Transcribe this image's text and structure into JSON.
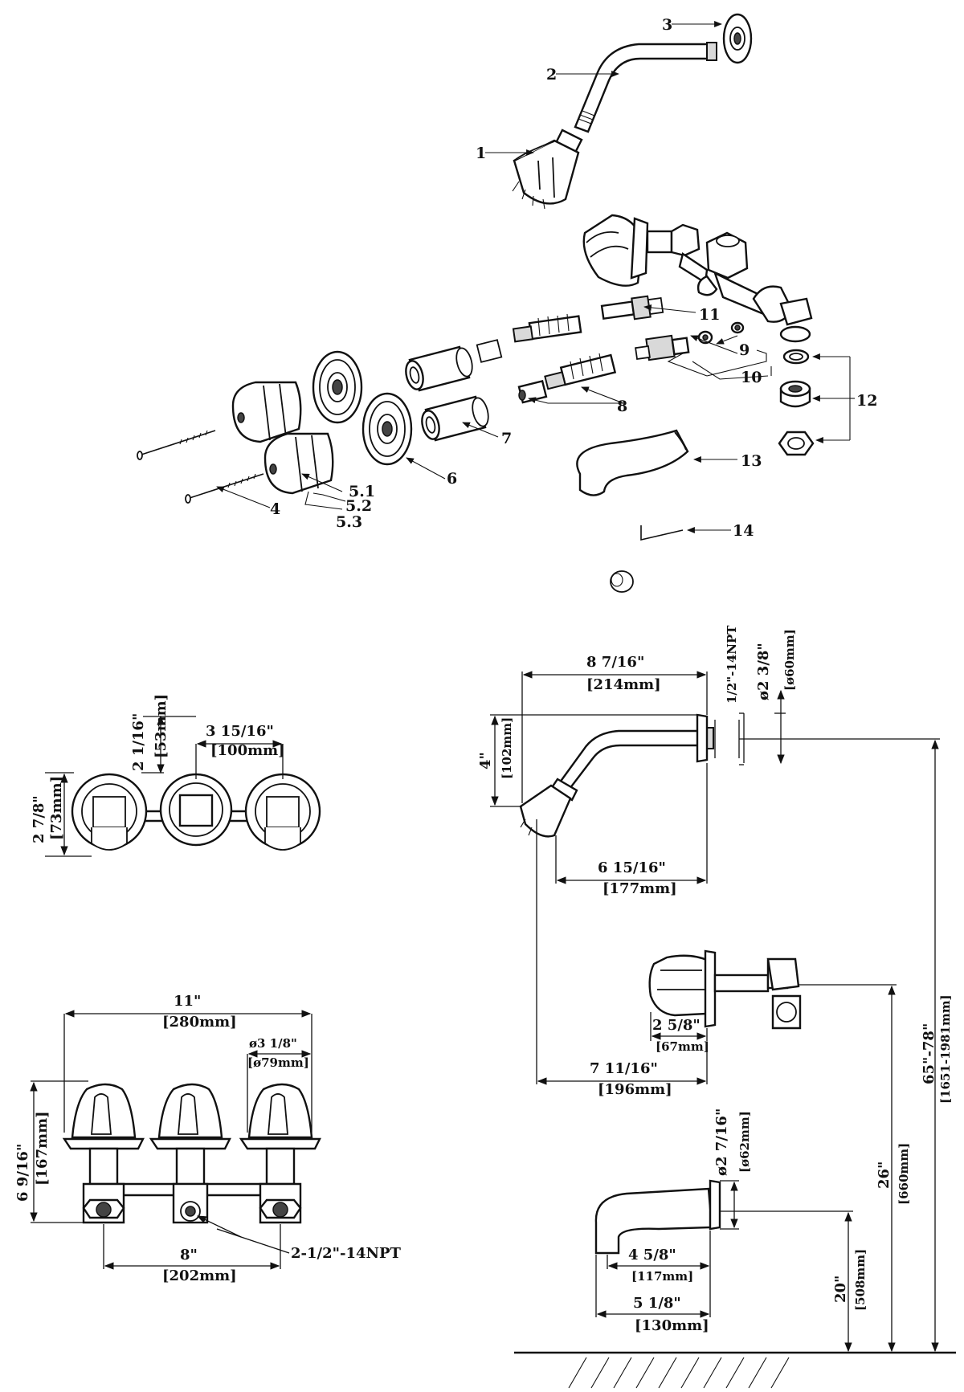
{
  "callouts": {
    "c1": "1",
    "c2": "2",
    "c3": "3",
    "c4": "4",
    "c51": "5.1",
    "c52": "5.2",
    "c53": "5.3",
    "c6": "6",
    "c7": "7",
    "c8": "8",
    "c9": "9",
    "c10": "10",
    "c11": "11",
    "c12": "12",
    "c13": "13",
    "c14": "14"
  },
  "dims": {
    "top_width_in": "3 15/16\"",
    "top_width_mm": "[100mm]",
    "top_height_in": "2 1/16\"",
    "top_height_mm": "[53mm]",
    "top_depth_in": "2 7/8\"",
    "top_depth_mm": "[73mm]",
    "front_width_in": "11\"",
    "front_width_mm": "[280mm]",
    "escutcheon_in": "ø3 1/8\"",
    "escutcheon_mm": "[ø79mm]",
    "front_height_in": "6 9/16\"",
    "front_height_mm": "[167mm]",
    "centers_in": "8\"",
    "centers_mm": "[202mm]",
    "npt_inlet": "2-1/2\"-14NPT",
    "arm_reach_in": "8 7/16\"",
    "arm_reach_mm": "[214mm]",
    "arm_thread": "1/2\"-14NPT",
    "flange_in": "ø2 3/8\"",
    "flange_mm": "[ø60mm]",
    "arm_drop_in": "4\"",
    "arm_drop_mm": "[102mm]",
    "head_reach_in": "6 15/16\"",
    "head_reach_mm": "[177mm]",
    "handle_proj_in": "2 5/8\"",
    "handle_proj_mm": "[67mm]",
    "valve_total_in": "7 11/16\"",
    "valve_total_mm": "[196mm]",
    "spout_flange_in": "ø2 7/16\"",
    "spout_flange_mm": "[ø62mm]",
    "spout_reach_in": "4 5/8\"",
    "spout_reach_mm": "[117mm]",
    "spout_total_in": "5 1/8\"",
    "spout_total_mm": "[130mm]",
    "shower_height_in": "65\"-78\"",
    "shower_height_mm": "[1651-1981mm]",
    "valve_height_in": "26\"",
    "valve_height_mm": "[660mm]",
    "spout_height_in": "20\"",
    "spout_height_mm": "[508mm]"
  }
}
